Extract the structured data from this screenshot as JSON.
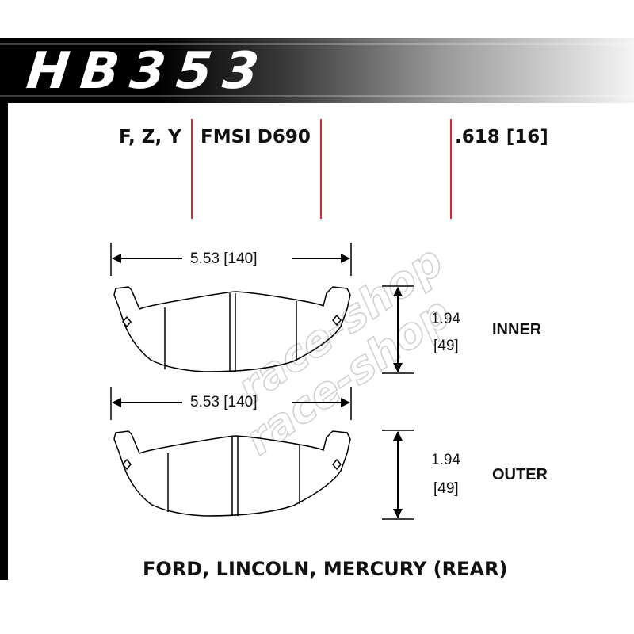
{
  "header": {
    "part_number": "HB353"
  },
  "specs": {
    "compounds": "F, Z, Y",
    "fmsi": "FMSI D690",
    "thickness": ".618 [16]"
  },
  "inner_pad": {
    "width_label": "5.53 [140]",
    "height_in": "1.94",
    "height_mm": "[49]",
    "side_label": "INNER"
  },
  "outer_pad": {
    "width_label": "5.53 [140]",
    "height_in": "1.94",
    "height_mm": "[49]",
    "side_label": "OUTER"
  },
  "watermark": {
    "text_1": "race-shop",
    "text_2": "race-shop"
  },
  "footer": {
    "application": "FORD, LINCOLN, MERCURY (REAR)"
  },
  "colors": {
    "header": "#000000",
    "reference_lines": "#d9262e",
    "text": "#111111"
  }
}
